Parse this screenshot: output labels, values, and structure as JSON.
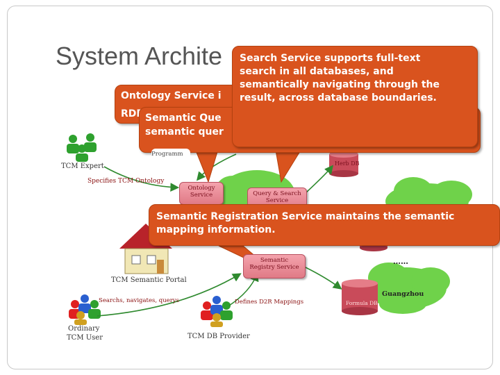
{
  "slide": {
    "title": "System Archite",
    "callouts": {
      "search": "Search Service supports full-text\nsearch in all databases, and\nsemantically navigating through the\nresult, across database boundaries.",
      "ontology_partial": "Ontology Service i",
      "rdf_partial": "RDF",
      "query_partial": "Semantic Que",
      "query_partial_2": "semantic quer",
      "registration": "Semantic Registration Service maintains the semantic\nmapping information."
    },
    "diagram": {
      "actors": {
        "expert": "TCM Expert",
        "user_line1": "Ordinary",
        "user_line2": "TCM User",
        "provider": "TCM DB Provider"
      },
      "edges": {
        "specifies": "Specifies  TCM Ontology",
        "searches": "Searchs, navigates, querys",
        "defines": "Defines D2R Mappings"
      },
      "services": {
        "ontology_line1": "Ontology",
        "ontology_line2": "Service",
        "query_line1": "Query & Search",
        "query_line2": "Service",
        "registry_line1": "Semantic",
        "registry_line2": "Registry Service",
        "programming_partial": "Programm"
      },
      "nodes": {
        "portal": "TCM Semantic Portal",
        "herb_db": "Herb DB",
        "formula_db": "Formula DB",
        "guangzhou": "Guangzhou",
        "ellipsis": "……"
      }
    },
    "colors": {
      "callout": "#d9531e",
      "service": "#e07a86",
      "cloud": "#6fd24a",
      "db": "#c94b5a",
      "arrow": "#2f8a2f"
    }
  }
}
